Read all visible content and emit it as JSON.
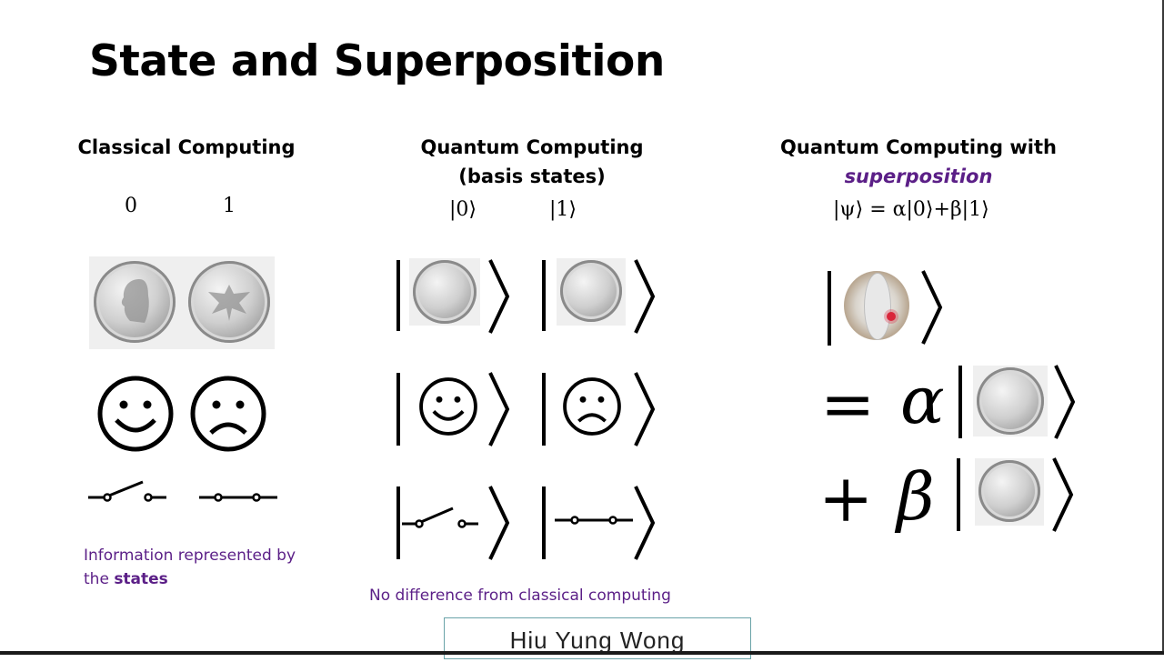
{
  "slide": {
    "title": "State and Superposition",
    "presenter": "Hiu Yung Wong"
  },
  "columns": {
    "classical": {
      "heading": "Classical Computing",
      "label_zero": "0",
      "label_one": "1",
      "note_prefix": "Information represented by the ",
      "note_bold": "states"
    },
    "quantum_basis": {
      "heading_line1": "Quantum Computing",
      "heading_line2": "(basis states)",
      "ket_zero": "|0⟩",
      "ket_one": "|1⟩",
      "note": "No difference from classical computing"
    },
    "quantum_superposition": {
      "heading_line1": "Quantum Computing with",
      "heading_line2": "superposition",
      "equation": "|ψ⟩ = α|0⟩+β|1⟩",
      "equals": "=",
      "alpha": "α",
      "plus": "+",
      "beta": "β"
    }
  },
  "colors": {
    "accent_purple": "#5b1f87",
    "name_box_border": "#6aa3a8"
  },
  "icons": {
    "coin_heads": "coin-heads-icon",
    "coin_tails": "coin-tails-icon",
    "coin_spinning": "coin-spinning-icon",
    "happy_face": "happy-face-icon",
    "sad_face": "sad-face-icon",
    "switch_open": "switch-open-icon",
    "switch_closed": "switch-closed-icon"
  }
}
